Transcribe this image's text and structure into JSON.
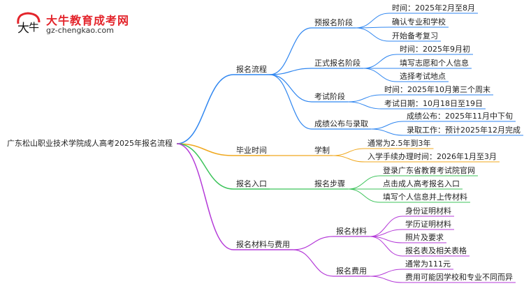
{
  "logo": {
    "title": "大牛教育成考网",
    "url": "gz-chengkao.com"
  },
  "mindmap": {
    "root": "广东松山职业技术学院成人高考2025年报名流程",
    "branches": [
      {
        "label": "报名流程",
        "color": "#2f86f0",
        "children": [
          {
            "label": "预报名阶段",
            "children": [
              "时间：2025年2月至8月",
              "确认专业和学校",
              "开始备考复习"
            ]
          },
          {
            "label": "正式报名阶段",
            "children": [
              "时间：2025年9月初",
              "填写志愿和个人信息",
              "选择考试地点"
            ]
          },
          {
            "label": "考试阶段",
            "children": [
              "时间：2025年10月第三个周末",
              "考试日期：10月18日至19日"
            ]
          },
          {
            "label": "成绩公布与录取",
            "children": [
              "成绩公布：2025年11月中下旬",
              "录取工作：预计2025年12月完成"
            ]
          }
        ]
      },
      {
        "label": "毕业时间",
        "color": "#f0a81e",
        "children": [
          {
            "label": "学制",
            "children": [
              "通常为2.5年到3年",
              "入学手续办理时间：2026年1月至3月"
            ]
          }
        ]
      },
      {
        "label": "报名入口",
        "color": "#3cc35a",
        "children": [
          {
            "label": "报名步骤",
            "children": [
              "登录广东省教育考试院官网",
              "点击成人高考报名入口",
              "填写个人信息并上传材料"
            ]
          }
        ]
      },
      {
        "label": "报名材料与费用",
        "color": "#b43ad8",
        "children": [
          {
            "label": "报名材料",
            "children": [
              "身份证明材料",
              "学历证明材料",
              "照片及要求",
              "报名表及相关表格"
            ]
          },
          {
            "label": "报名费用",
            "children": [
              "通常为111元",
              "费用可能因学校和专业不同而异"
            ]
          }
        ]
      }
    ]
  }
}
